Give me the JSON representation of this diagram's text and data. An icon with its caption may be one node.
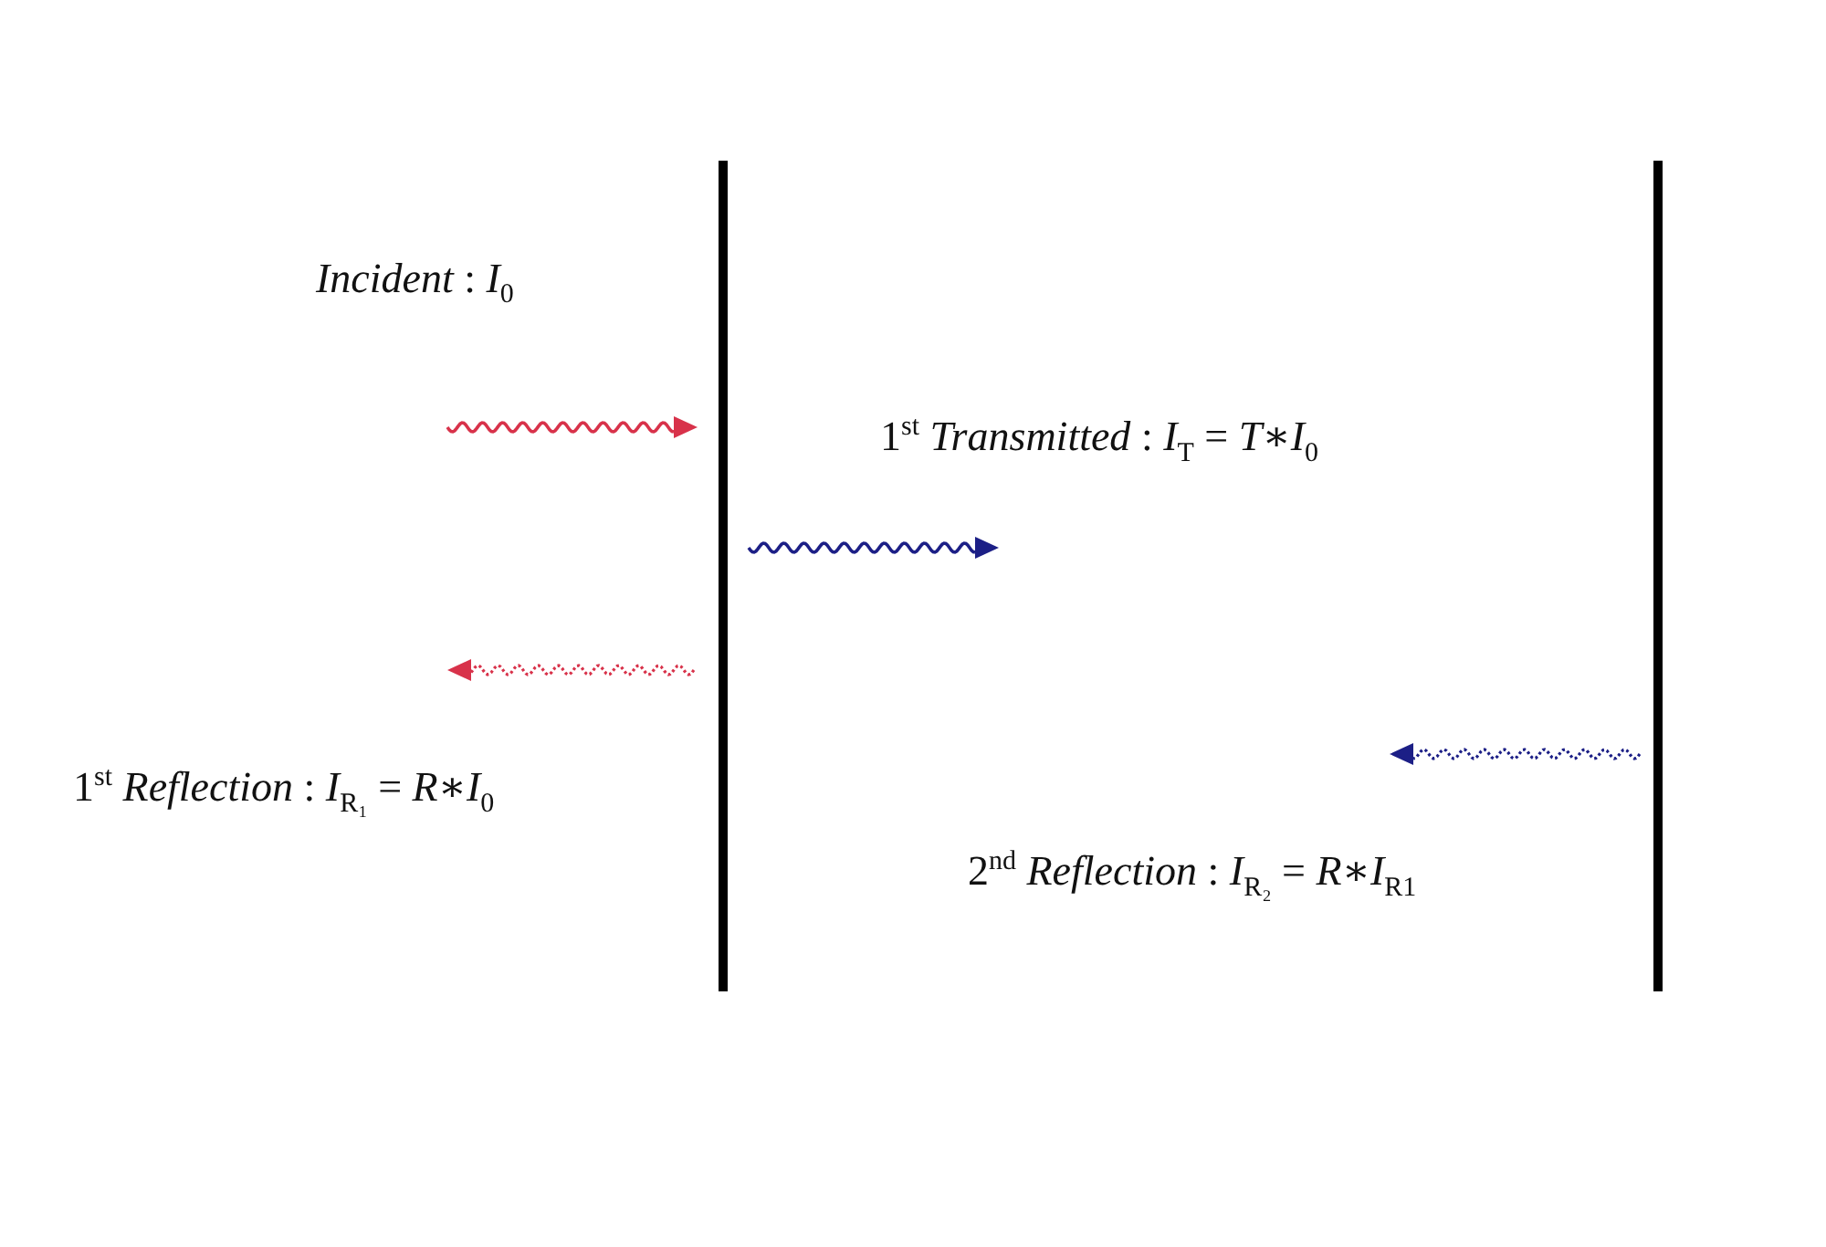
{
  "diagram": {
    "labels": [
      "*Incident* : *I*$_{0}$",
      "1$^{st}$ *Transmitted* : *I*$_{T}$ = *T*∗*I*$_{0}$",
      "1$^{st}$ *Reflection* : *I*$_{R₁}$ = *R*∗*I*$_{0}$",
      "2$^{nd}$ *Reflection* : *I*$_{R₂}$ = *R*∗*I*$_{R1}$"
    ]
  }
}
